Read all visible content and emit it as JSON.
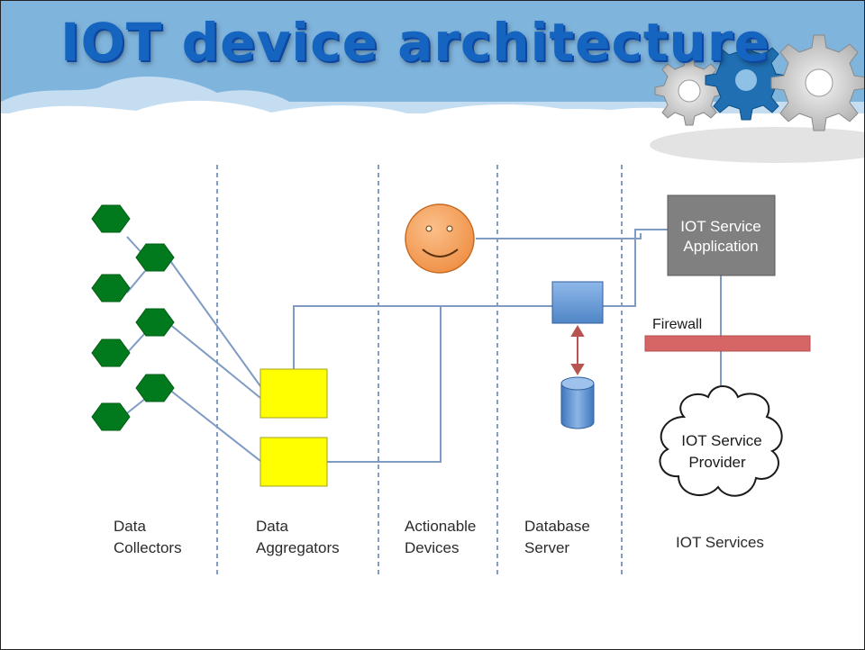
{
  "slide": {
    "title": "IOT device architecture"
  },
  "columns": [
    {
      "line1": "Data",
      "line2": "Collectors"
    },
    {
      "line1": "Data",
      "line2": "Aggregators"
    },
    {
      "line1": "Actionable",
      "line2": "Devices"
    },
    {
      "line1": "Database",
      "line2": "Server"
    },
    {
      "line1": "IOT Services",
      "line2": ""
    }
  ],
  "nodes": {
    "service_app": {
      "line1": "IOT Service",
      "line2": "Application"
    },
    "firewall": {
      "label": "Firewall"
    },
    "provider": {
      "line1": "IOT Service",
      "line2": "Provider"
    }
  },
  "colors": {
    "title": "#1565c0",
    "collector": "#007a1c",
    "aggregator": "#ffff00",
    "connector": "#7f9bc4",
    "divider": "#5b7fae",
    "service_box": "#808080",
    "firewall": "#d66666",
    "db_arrow": "#b85450",
    "server": "#5b9bd5",
    "smiley": "#f4a460"
  },
  "icons": {
    "collectors": "hexagon-icon",
    "actionable_device": "smiley-face-icon",
    "database": "database-cylinder-icon",
    "server": "server-box-icon",
    "provider": "cloud-icon",
    "decoration": "gear-icon"
  }
}
